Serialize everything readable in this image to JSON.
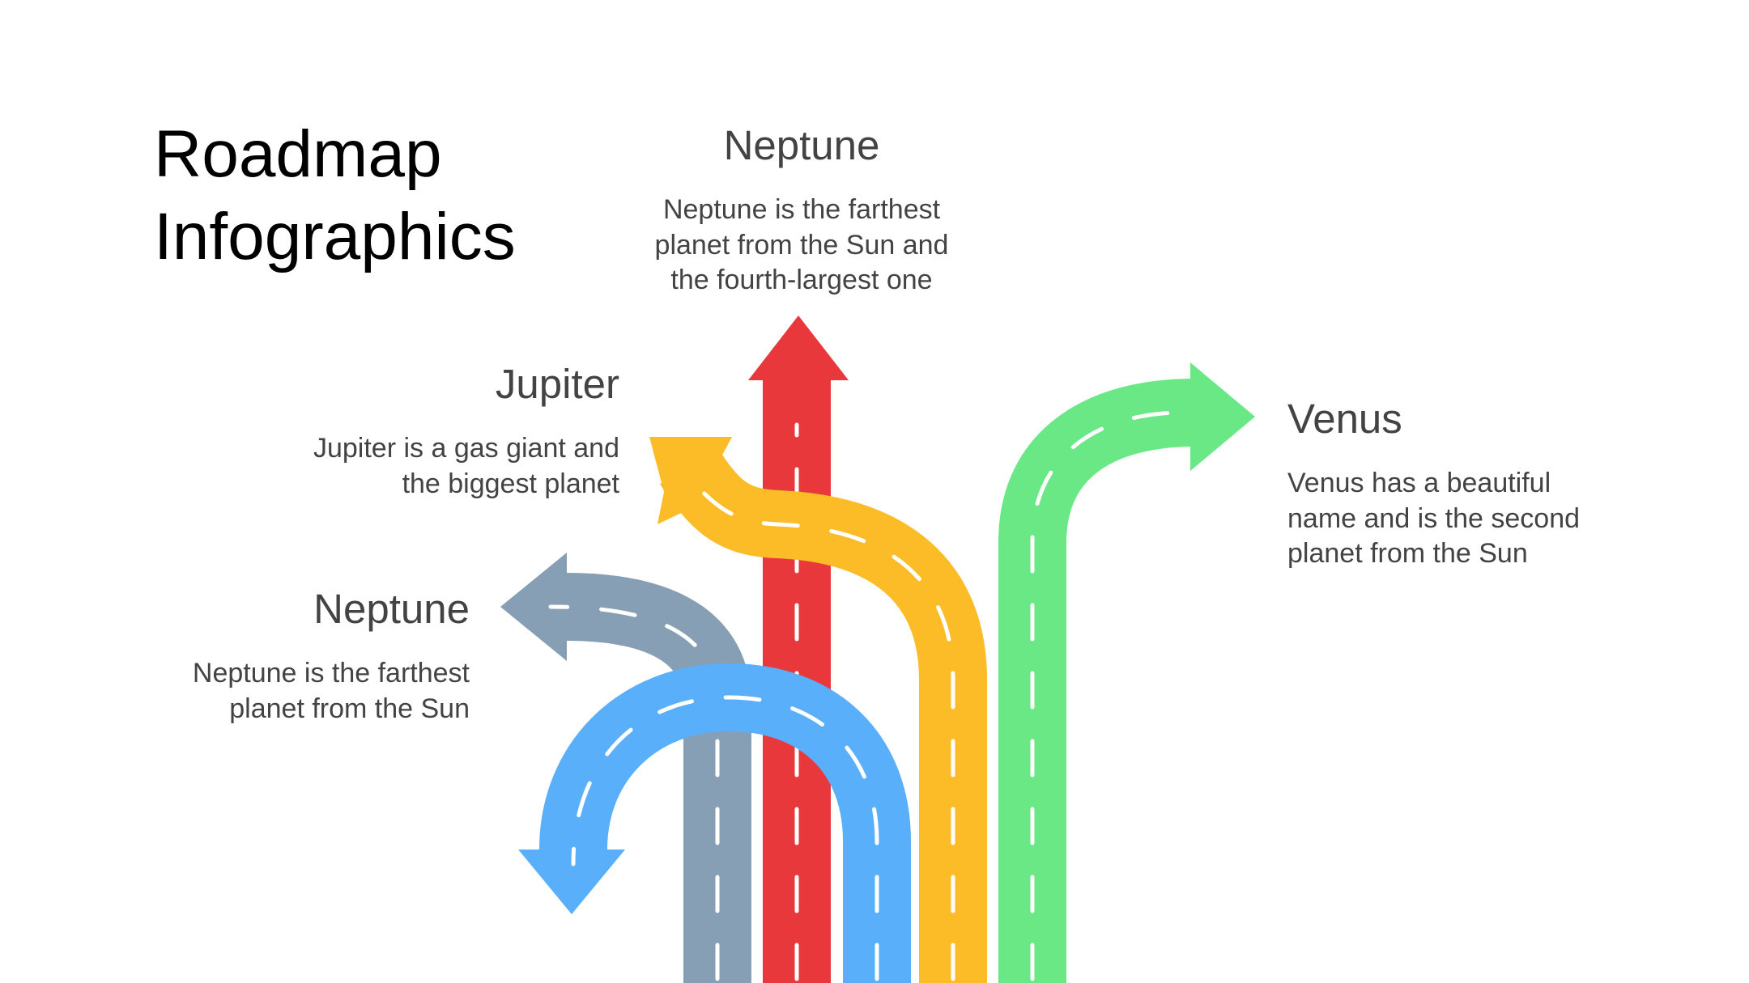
{
  "title": {
    "line1": "Roadmap",
    "line2": "Infographics"
  },
  "blocks": {
    "neptune_top": {
      "heading": "Neptune",
      "lines": [
        "Neptune is the farthest",
        "planet from the Sun and",
        "the fourth-largest one"
      ]
    },
    "jupiter": {
      "heading": "Jupiter",
      "lines": [
        "Jupiter is a gas giant and",
        "the biggest planet"
      ]
    },
    "neptune_left": {
      "heading": "Neptune",
      "lines": [
        "Neptune is the farthest",
        "planet from the Sun"
      ]
    },
    "venus": {
      "heading": "Venus",
      "lines": [
        "Venus has a beautiful",
        "name and is the second",
        "planet from the Sun"
      ]
    }
  },
  "colors": {
    "red": "#e8383b",
    "yellow": "#fbbc27",
    "green": "#6ae885",
    "gray": "#879fb4",
    "blue": "#5aaffa",
    "text": "#434343"
  }
}
